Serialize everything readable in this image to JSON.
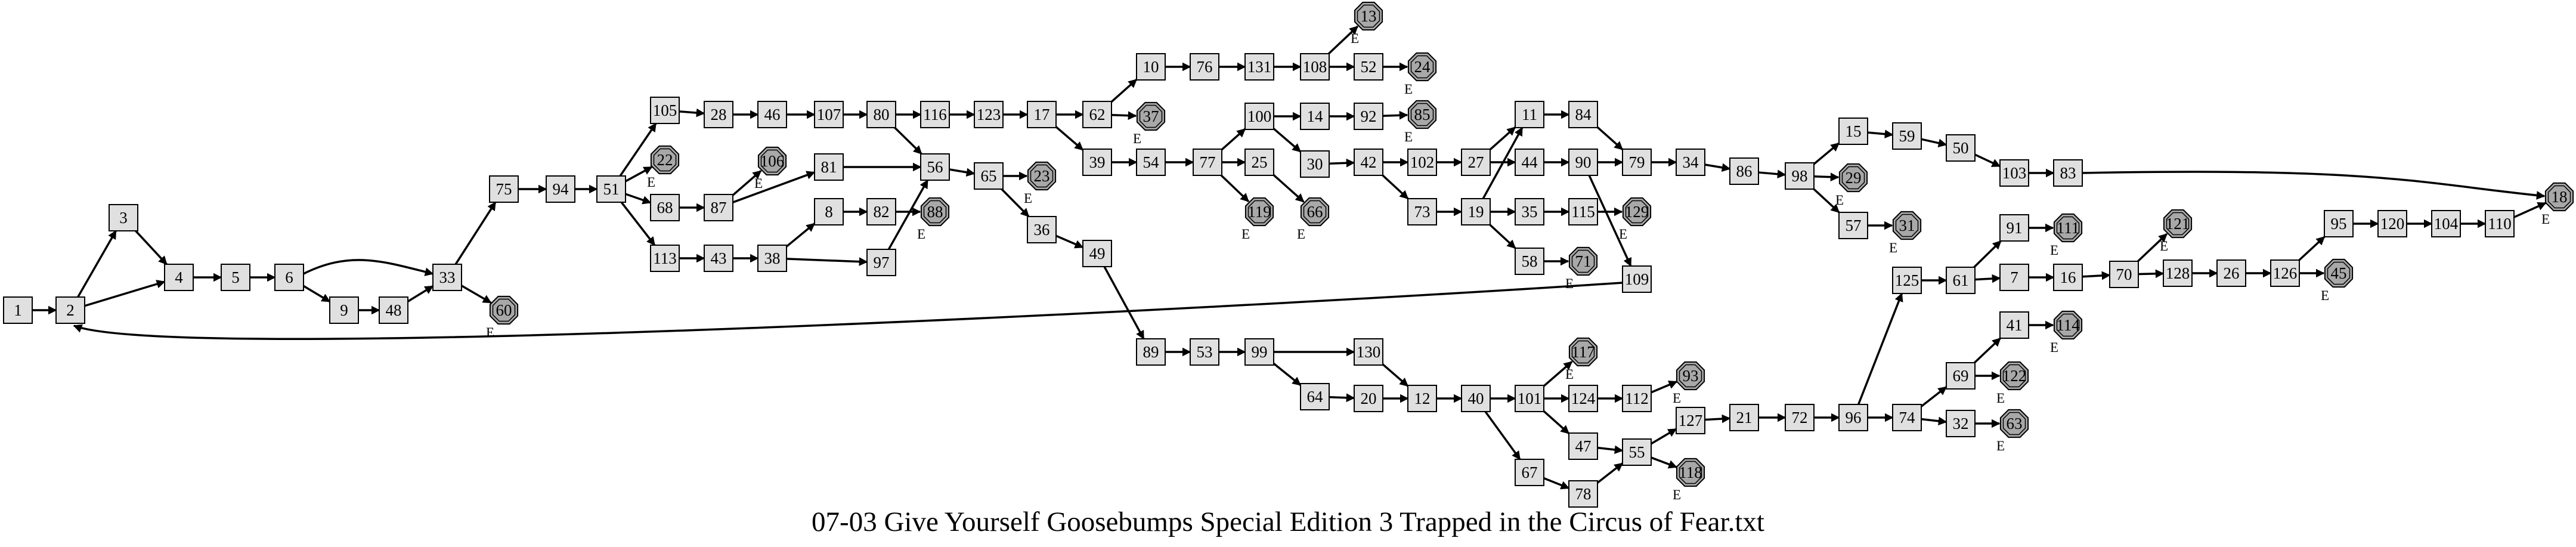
{
  "title": "07-03 Give Yourself Goosebumps Special Edition 3 Trapped in the Circus of Fear.txt",
  "ending_marker": "E",
  "colors": {
    "node_fill": "#e0e0e0",
    "ending_fill": "#a8a8a8",
    "edge": "#000000"
  },
  "nodes": [
    {
      "id": "1"
    },
    {
      "id": "2"
    },
    {
      "id": "3"
    },
    {
      "id": "4"
    },
    {
      "id": "5"
    },
    {
      "id": "6"
    },
    {
      "id": "9"
    },
    {
      "id": "48"
    },
    {
      "id": "33"
    },
    {
      "id": "60",
      "ending": true
    },
    {
      "id": "75"
    },
    {
      "id": "94"
    },
    {
      "id": "51"
    },
    {
      "id": "105"
    },
    {
      "id": "22",
      "ending": true
    },
    {
      "id": "68"
    },
    {
      "id": "113"
    },
    {
      "id": "28"
    },
    {
      "id": "46"
    },
    {
      "id": "107"
    },
    {
      "id": "80"
    },
    {
      "id": "116"
    },
    {
      "id": "123"
    },
    {
      "id": "17"
    },
    {
      "id": "62"
    },
    {
      "id": "10"
    },
    {
      "id": "76"
    },
    {
      "id": "131"
    },
    {
      "id": "108"
    },
    {
      "id": "13",
      "ending": true
    },
    {
      "id": "52"
    },
    {
      "id": "24",
      "ending": true
    },
    {
      "id": "37",
      "ending": true
    },
    {
      "id": "39"
    },
    {
      "id": "54"
    },
    {
      "id": "77"
    },
    {
      "id": "100"
    },
    {
      "id": "14"
    },
    {
      "id": "92"
    },
    {
      "id": "85",
      "ending": true
    },
    {
      "id": "30"
    },
    {
      "id": "42"
    },
    {
      "id": "102"
    },
    {
      "id": "27"
    },
    {
      "id": "73"
    },
    {
      "id": "25"
    },
    {
      "id": "119",
      "ending": true
    },
    {
      "id": "66",
      "ending": true
    },
    {
      "id": "87"
    },
    {
      "id": "106",
      "ending": true
    },
    {
      "id": "81"
    },
    {
      "id": "56"
    },
    {
      "id": "65"
    },
    {
      "id": "23",
      "ending": true
    },
    {
      "id": "36"
    },
    {
      "id": "49"
    },
    {
      "id": "43"
    },
    {
      "id": "38"
    },
    {
      "id": "8"
    },
    {
      "id": "82"
    },
    {
      "id": "88",
      "ending": true
    },
    {
      "id": "97"
    },
    {
      "id": "11"
    },
    {
      "id": "84"
    },
    {
      "id": "44"
    },
    {
      "id": "90"
    },
    {
      "id": "19"
    },
    {
      "id": "35"
    },
    {
      "id": "115"
    },
    {
      "id": "129",
      "ending": true
    },
    {
      "id": "58"
    },
    {
      "id": "71",
      "ending": true
    },
    {
      "id": "79"
    },
    {
      "id": "34"
    },
    {
      "id": "86"
    },
    {
      "id": "98"
    },
    {
      "id": "15"
    },
    {
      "id": "59"
    },
    {
      "id": "50"
    },
    {
      "id": "103"
    },
    {
      "id": "83"
    },
    {
      "id": "29",
      "ending": true
    },
    {
      "id": "57"
    },
    {
      "id": "31",
      "ending": true
    },
    {
      "id": "18",
      "ending": true
    },
    {
      "id": "109"
    },
    {
      "id": "89"
    },
    {
      "id": "53"
    },
    {
      "id": "99"
    },
    {
      "id": "130"
    },
    {
      "id": "64"
    },
    {
      "id": "20"
    },
    {
      "id": "12"
    },
    {
      "id": "40"
    },
    {
      "id": "101"
    },
    {
      "id": "117",
      "ending": true
    },
    {
      "id": "124"
    },
    {
      "id": "112"
    },
    {
      "id": "93",
      "ending": true
    },
    {
      "id": "47"
    },
    {
      "id": "55"
    },
    {
      "id": "118",
      "ending": true
    },
    {
      "id": "127"
    },
    {
      "id": "67"
    },
    {
      "id": "78"
    },
    {
      "id": "21"
    },
    {
      "id": "72"
    },
    {
      "id": "96"
    },
    {
      "id": "125"
    },
    {
      "id": "61"
    },
    {
      "id": "91"
    },
    {
      "id": "111",
      "ending": true
    },
    {
      "id": "7"
    },
    {
      "id": "16"
    },
    {
      "id": "70"
    },
    {
      "id": "121",
      "ending": true
    },
    {
      "id": "128"
    },
    {
      "id": "26"
    },
    {
      "id": "126"
    },
    {
      "id": "95"
    },
    {
      "id": "120"
    },
    {
      "id": "104"
    },
    {
      "id": "110"
    },
    {
      "id": "45",
      "ending": true
    },
    {
      "id": "74"
    },
    {
      "id": "69"
    },
    {
      "id": "41"
    },
    {
      "id": "114",
      "ending": true
    },
    {
      "id": "122",
      "ending": true
    },
    {
      "id": "32"
    },
    {
      "id": "63",
      "ending": true
    }
  ],
  "edges": [
    [
      "1",
      "2"
    ],
    [
      "2",
      "3"
    ],
    [
      "2",
      "4"
    ],
    [
      "3",
      "4"
    ],
    [
      "4",
      "5"
    ],
    [
      "5",
      "6"
    ],
    [
      "6",
      "9"
    ],
    [
      "6",
      "33"
    ],
    [
      "9",
      "48"
    ],
    [
      "48",
      "33"
    ],
    [
      "33",
      "75"
    ],
    [
      "33",
      "60"
    ],
    [
      "75",
      "94"
    ],
    [
      "94",
      "51"
    ],
    [
      "51",
      "105"
    ],
    [
      "51",
      "22"
    ],
    [
      "51",
      "68"
    ],
    [
      "51",
      "113"
    ],
    [
      "105",
      "28"
    ],
    [
      "28",
      "46"
    ],
    [
      "46",
      "107"
    ],
    [
      "107",
      "80"
    ],
    [
      "80",
      "116"
    ],
    [
      "80",
      "56"
    ],
    [
      "116",
      "123"
    ],
    [
      "123",
      "17"
    ],
    [
      "17",
      "62"
    ],
    [
      "17",
      "39"
    ],
    [
      "62",
      "10"
    ],
    [
      "62",
      "37"
    ],
    [
      "10",
      "76"
    ],
    [
      "76",
      "131"
    ],
    [
      "131",
      "108"
    ],
    [
      "108",
      "13"
    ],
    [
      "108",
      "52"
    ],
    [
      "52",
      "24"
    ],
    [
      "39",
      "54"
    ],
    [
      "54",
      "77"
    ],
    [
      "77",
      "100"
    ],
    [
      "77",
      "25"
    ],
    [
      "77",
      "119"
    ],
    [
      "100",
      "14"
    ],
    [
      "100",
      "30"
    ],
    [
      "14",
      "92"
    ],
    [
      "92",
      "85"
    ],
    [
      "30",
      "42"
    ],
    [
      "42",
      "102"
    ],
    [
      "42",
      "73"
    ],
    [
      "102",
      "27"
    ],
    [
      "27",
      "11"
    ],
    [
      "27",
      "44"
    ],
    [
      "73",
      "19"
    ],
    [
      "25",
      "66"
    ],
    [
      "68",
      "87"
    ],
    [
      "87",
      "106"
    ],
    [
      "87",
      "81"
    ],
    [
      "81",
      "56"
    ],
    [
      "56",
      "65"
    ],
    [
      "65",
      "23"
    ],
    [
      "65",
      "36"
    ],
    [
      "36",
      "49"
    ],
    [
      "49",
      "89"
    ],
    [
      "113",
      "43"
    ],
    [
      "43",
      "38"
    ],
    [
      "38",
      "8"
    ],
    [
      "38",
      "97"
    ],
    [
      "8",
      "82"
    ],
    [
      "82",
      "88"
    ],
    [
      "97",
      "56"
    ],
    [
      "11",
      "84"
    ],
    [
      "84",
      "79"
    ],
    [
      "44",
      "90"
    ],
    [
      "90",
      "79"
    ],
    [
      "90",
      "109"
    ],
    [
      "19",
      "11"
    ],
    [
      "19",
      "35"
    ],
    [
      "19",
      "58"
    ],
    [
      "35",
      "115"
    ],
    [
      "115",
      "129"
    ],
    [
      "58",
      "71"
    ],
    [
      "79",
      "34"
    ],
    [
      "34",
      "86"
    ],
    [
      "86",
      "98"
    ],
    [
      "98",
      "15"
    ],
    [
      "98",
      "29"
    ],
    [
      "98",
      "57"
    ],
    [
      "15",
      "59"
    ],
    [
      "59",
      "50"
    ],
    [
      "50",
      "103"
    ],
    [
      "103",
      "83"
    ],
    [
      "83",
      "18"
    ],
    [
      "57",
      "31"
    ],
    [
      "109",
      "2"
    ],
    [
      "89",
      "53"
    ],
    [
      "53",
      "99"
    ],
    [
      "99",
      "130"
    ],
    [
      "99",
      "64"
    ],
    [
      "130",
      "12"
    ],
    [
      "64",
      "20"
    ],
    [
      "20",
      "12"
    ],
    [
      "12",
      "40"
    ],
    [
      "40",
      "101"
    ],
    [
      "40",
      "67"
    ],
    [
      "101",
      "117"
    ],
    [
      "101",
      "124"
    ],
    [
      "101",
      "47"
    ],
    [
      "124",
      "112"
    ],
    [
      "112",
      "93"
    ],
    [
      "47",
      "55"
    ],
    [
      "55",
      "127"
    ],
    [
      "55",
      "118"
    ],
    [
      "67",
      "78"
    ],
    [
      "78",
      "55"
    ],
    [
      "127",
      "21"
    ],
    [
      "21",
      "72"
    ],
    [
      "72",
      "96"
    ],
    [
      "96",
      "125"
    ],
    [
      "96",
      "74"
    ],
    [
      "125",
      "61"
    ],
    [
      "61",
      "91"
    ],
    [
      "61",
      "7"
    ],
    [
      "91",
      "111"
    ],
    [
      "7",
      "16"
    ],
    [
      "16",
      "70"
    ],
    [
      "70",
      "121"
    ],
    [
      "70",
      "128"
    ],
    [
      "128",
      "26"
    ],
    [
      "26",
      "126"
    ],
    [
      "126",
      "95"
    ],
    [
      "126",
      "45"
    ],
    [
      "95",
      "120"
    ],
    [
      "120",
      "104"
    ],
    [
      "104",
      "110"
    ],
    [
      "110",
      "18"
    ],
    [
      "74",
      "69"
    ],
    [
      "74",
      "32"
    ],
    [
      "69",
      "41"
    ],
    [
      "69",
      "122"
    ],
    [
      "41",
      "114"
    ],
    [
      "32",
      "63"
    ]
  ]
}
